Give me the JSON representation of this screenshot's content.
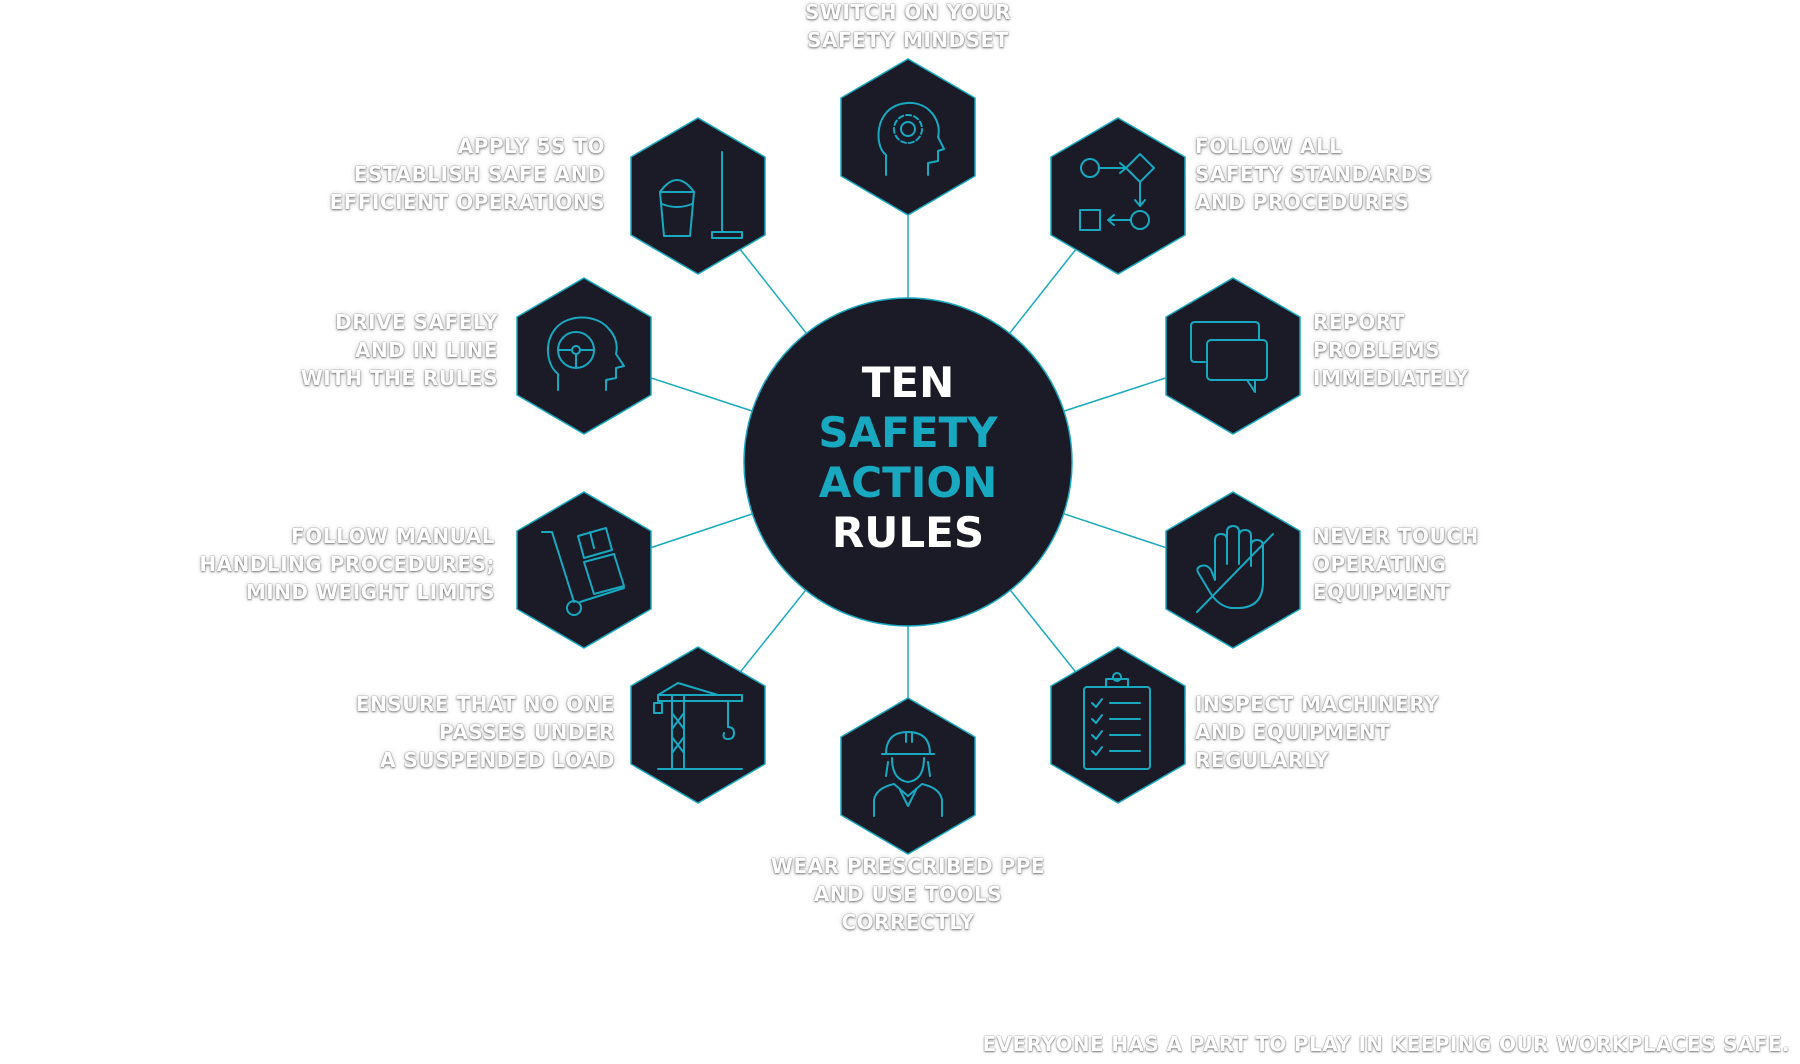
{
  "center": {
    "line1": "TEN",
    "line2": "SAFETY",
    "line3": "ACTION",
    "line4": "RULES"
  },
  "rules": [
    {
      "label": "SWITCH ON YOUR\nSAFETY MINDSET",
      "icon": "head-gear-icon"
    },
    {
      "label": "FOLLOW ALL\nSAFETY STANDARDS\nAND PROCEDURES",
      "icon": "flowchart-icon"
    },
    {
      "label": "REPORT\nPROBLEMS\nIMMEDIATELY",
      "icon": "speech-bubbles-icon"
    },
    {
      "label": "NEVER TOUCH\nOPERATING\nEQUIPMENT",
      "icon": "no-touch-hand-icon"
    },
    {
      "label": "INSPECT MACHINERY\nAND EQUIPMENT\nREGULARLY",
      "icon": "clipboard-checklist-icon"
    },
    {
      "label": "WEAR PRESCRIBED PPE\nAND USE TOOLS\nCORRECTLY",
      "icon": "worker-helmet-icon"
    },
    {
      "label": "ENSURE THAT NO ONE\nPASSES UNDER\nA SUSPENDED LOAD",
      "icon": "crane-icon"
    },
    {
      "label": "FOLLOW MANUAL\nHANDLING PROCEDURES;\nMIND WEIGHT LIMITS",
      "icon": "hand-truck-icon"
    },
    {
      "label": "DRIVE SAFELY\nAND IN LINE\nWITH THE RULES",
      "icon": "driver-head-icon"
    },
    {
      "label": "APPLY 5S TO\nESTABLISH SAFE AND\nEFFICIENT OPERATIONS",
      "icon": "bucket-mop-icon"
    }
  ],
  "footer": "EVERYONE HAS A PART TO PLAY IN KEEPING OUR WORKPLACES SAFE.",
  "colors": {
    "hexagon_fill": "#1b1a27",
    "accent_teal": "#18a9c0",
    "label_text": "#ffffff"
  }
}
